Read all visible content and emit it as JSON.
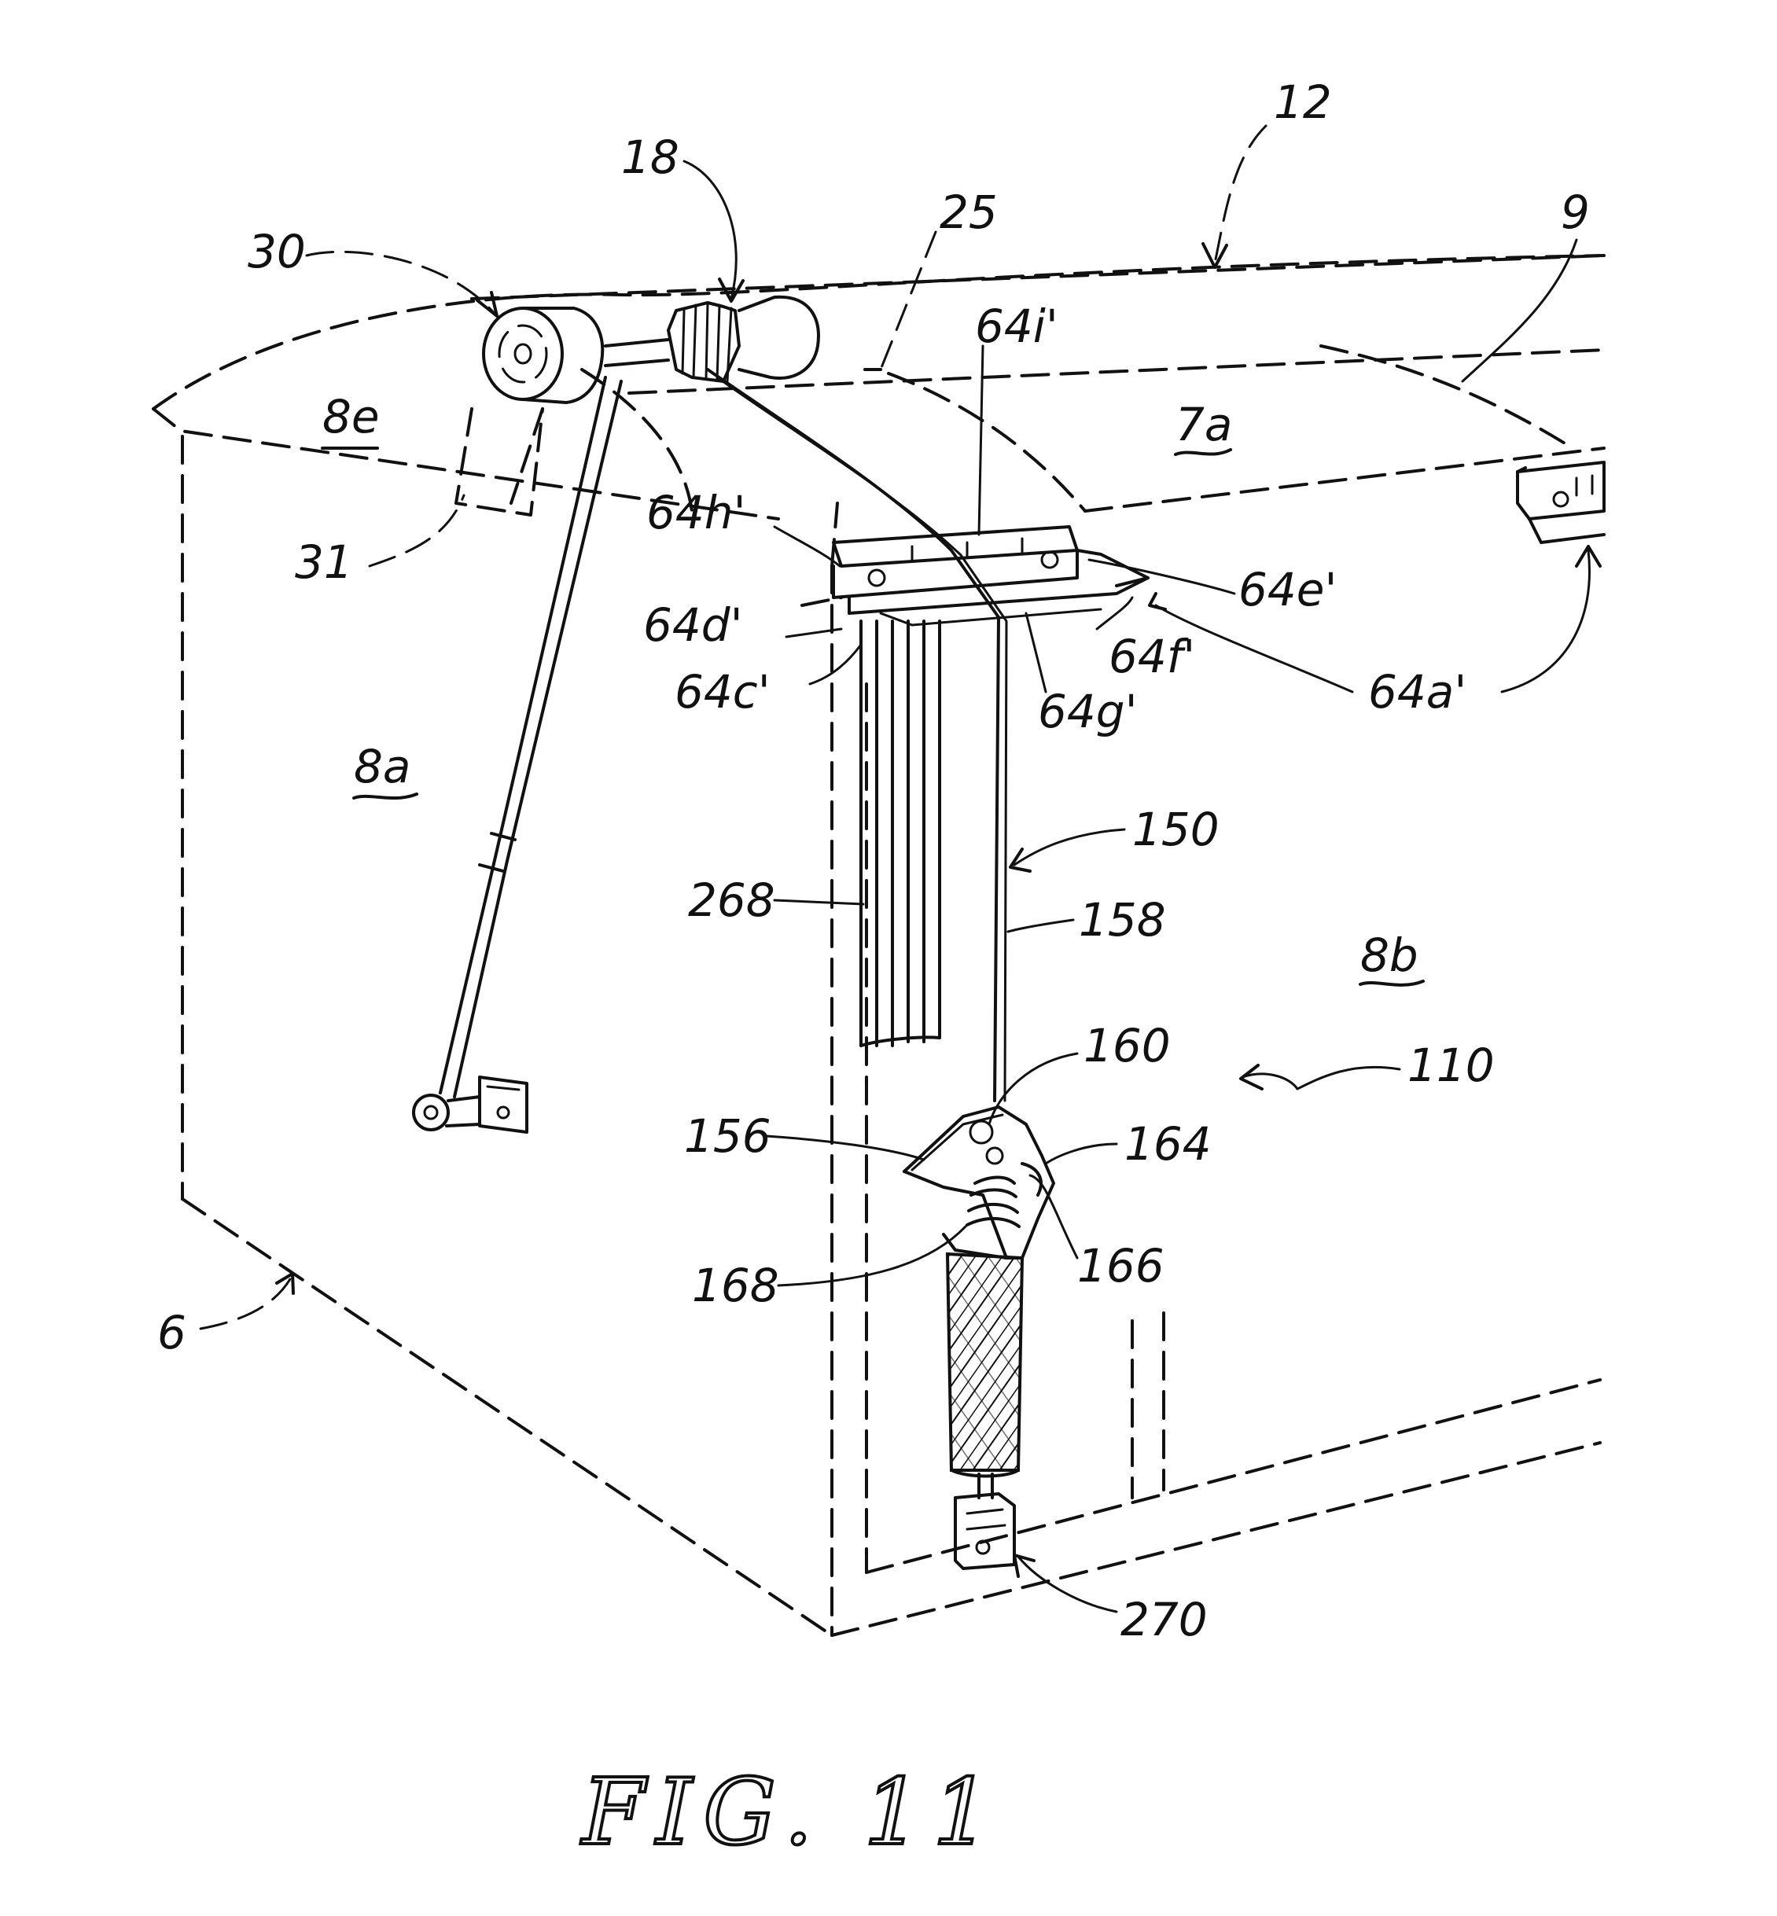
{
  "figure": {
    "caption": "FIG. 11",
    "labels": {
      "l12": "12",
      "l18": "18",
      "l25": "25",
      "l9": "9",
      "l30": "30",
      "l64i": "64i'",
      "l8e": "8e",
      "l7a": "7a",
      "l64h": "64h'",
      "l31": "31",
      "l64e": "64e'",
      "l64d": "64d'",
      "l64f": "64f'",
      "l64c": "64c'",
      "l64g": "64g'",
      "l64a": "64a'",
      "l8a": "8a",
      "l150": "150",
      "l268": "268",
      "l158": "158",
      "l8b": "8b",
      "l160": "160",
      "l110": "110",
      "l156": "156",
      "l164": "164",
      "l166": "166",
      "l168": "168",
      "l6": "6",
      "l270": "270"
    }
  }
}
